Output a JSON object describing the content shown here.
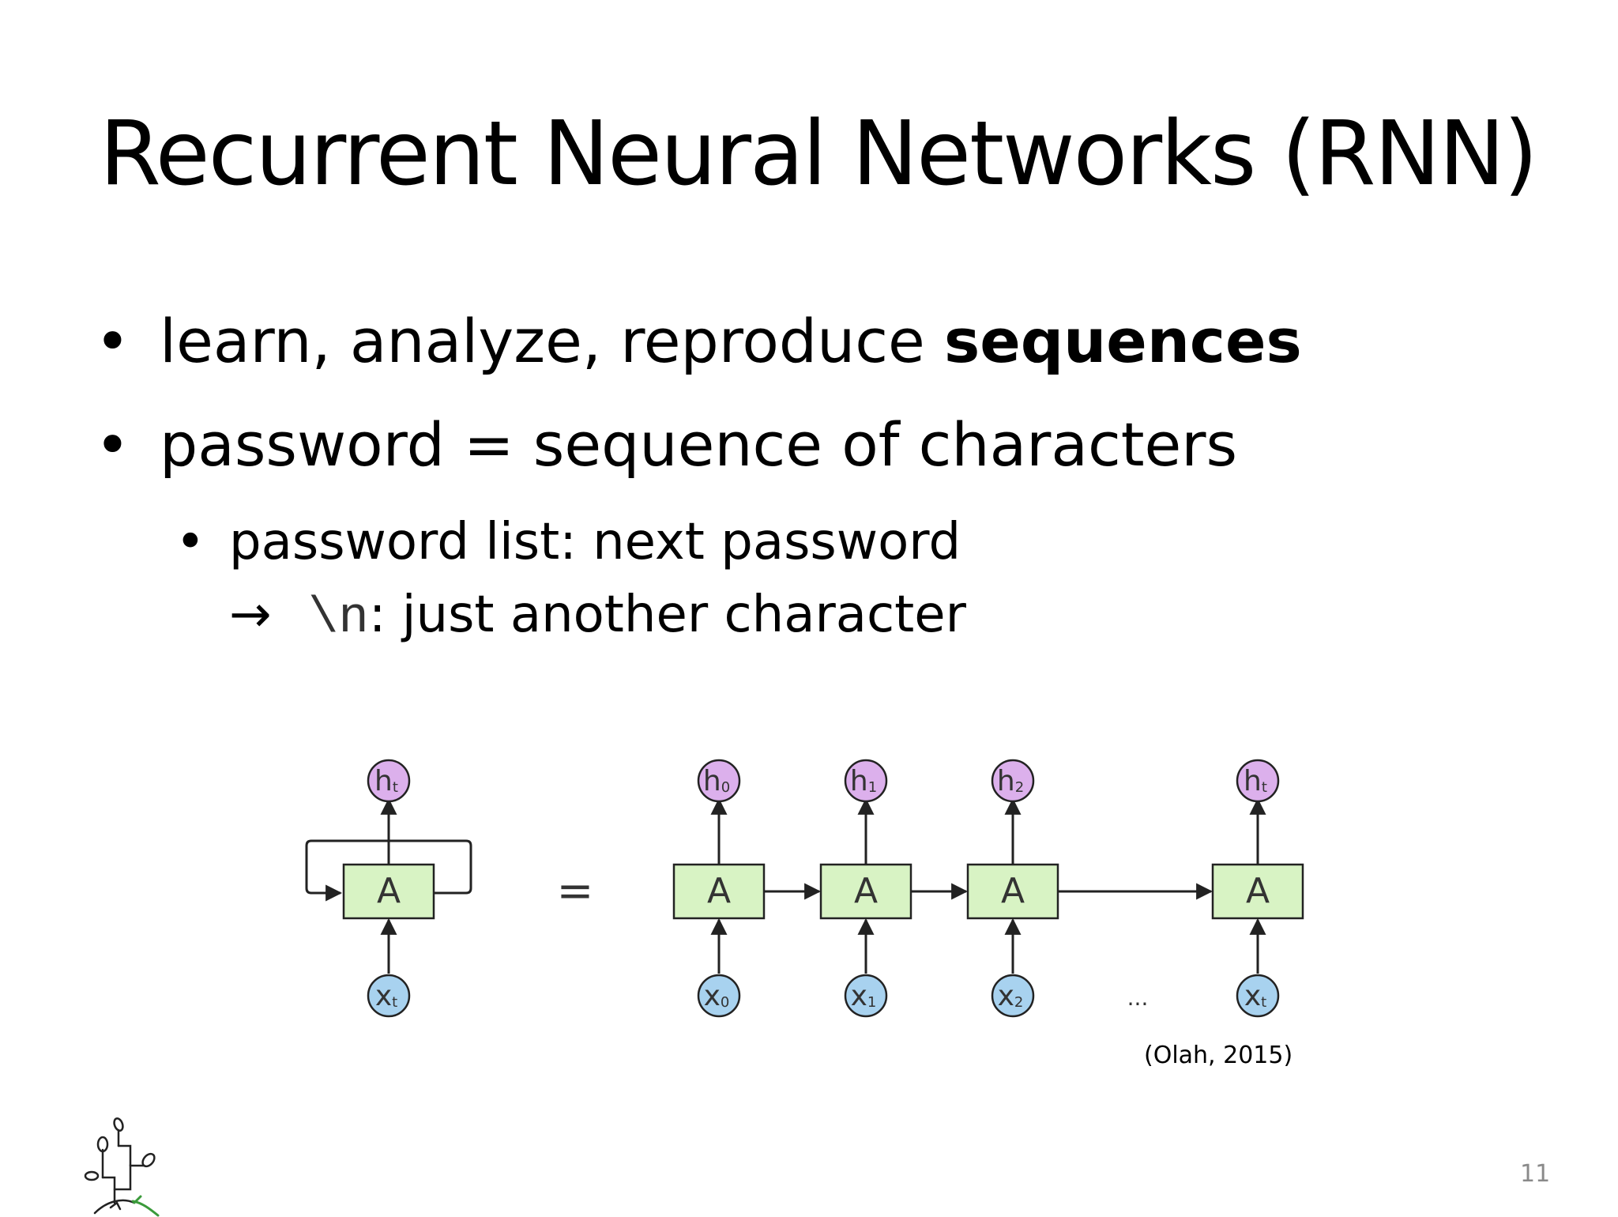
{
  "slide": {
    "title": "Recurrent Neural Networks (RNN)",
    "bullets": [
      {
        "text": "learn, analyze, reproduce ",
        "bold": "sequences"
      },
      {
        "text": "password = sequence of characters"
      }
    ],
    "sub_bullet": {
      "text": "password list: next password",
      "arrow": "→",
      "code": "\\n",
      "rest": ": just another character"
    },
    "citation": "(Olah, 2015)",
    "page_number": "11",
    "bullet_glyph": "•"
  },
  "diagram": {
    "cell_label": "A",
    "equals": "=",
    "ellipsis": "...",
    "folded": {
      "input": "x",
      "input_sub": "t",
      "output": "h",
      "output_sub": "t"
    },
    "unrolled": [
      {
        "input": "x",
        "input_sub": "0",
        "output": "h",
        "output_sub": "0"
      },
      {
        "input": "x",
        "input_sub": "1",
        "output": "h",
        "output_sub": "1"
      },
      {
        "input": "x",
        "input_sub": "2",
        "output": "h",
        "output_sub": "2"
      },
      {
        "input": "x",
        "input_sub": "t",
        "output": "h",
        "output_sub": "t"
      }
    ],
    "colors": {
      "cell_fill": "#d8f3c4",
      "output_fill": "#dcb0ec",
      "input_fill": "#a8d2ef",
      "stroke": "#222222",
      "label": "#333333"
    }
  }
}
